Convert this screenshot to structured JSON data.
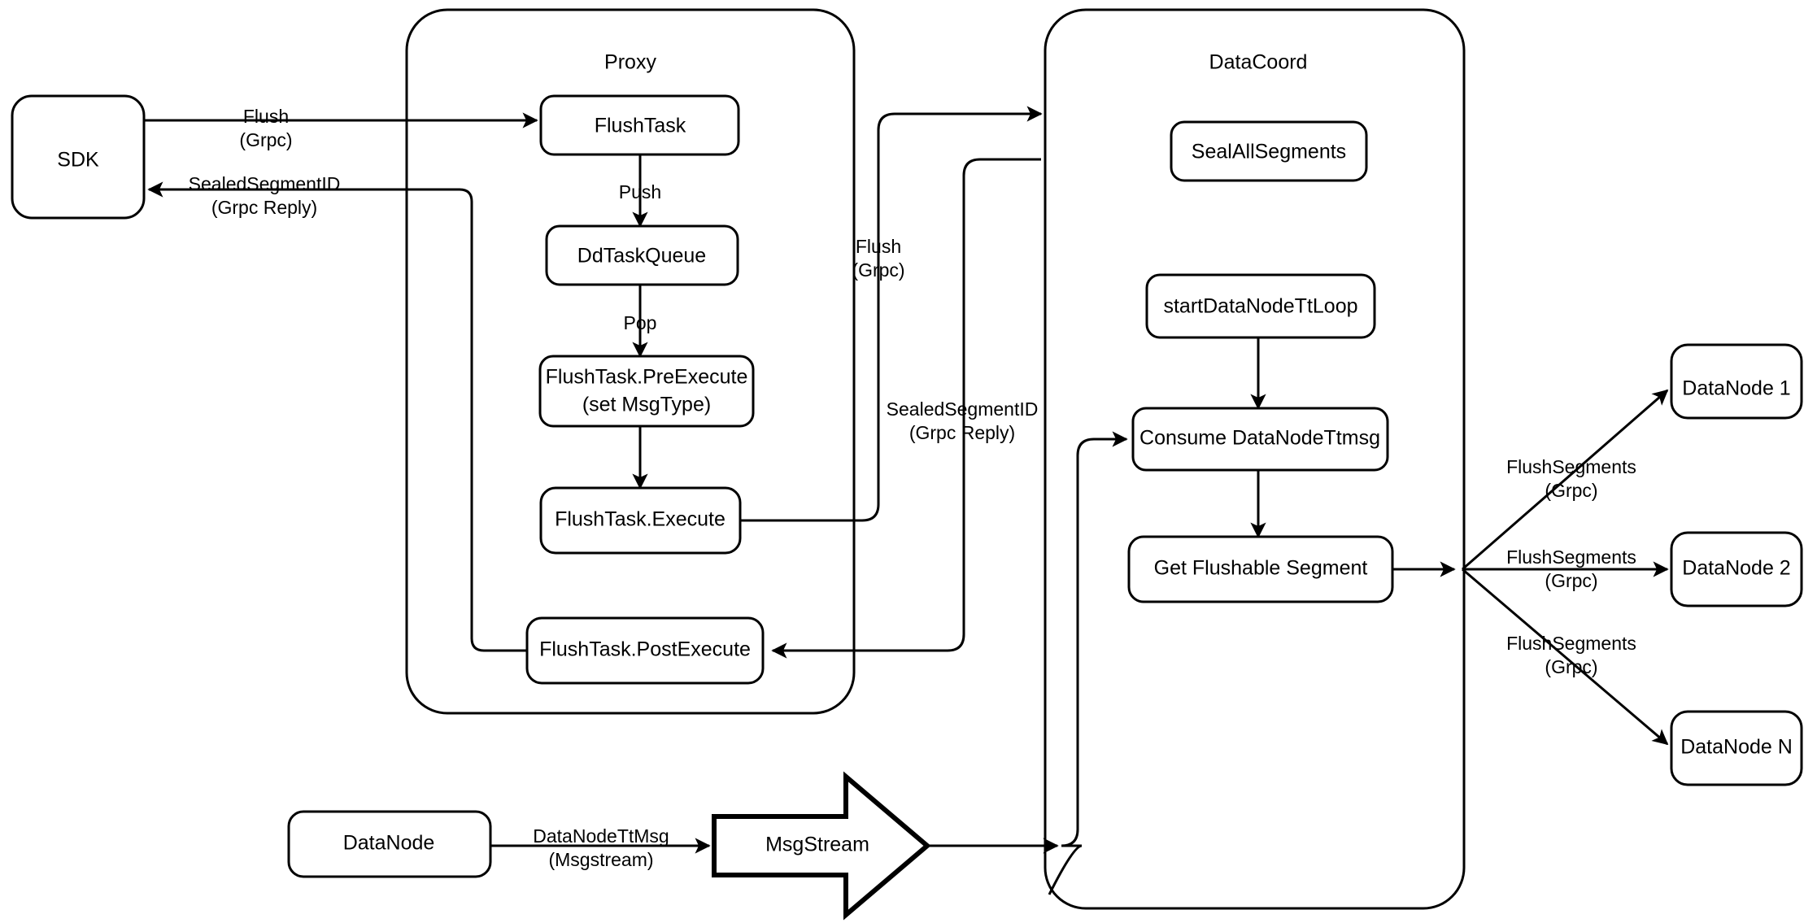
{
  "diagram": {
    "title_visible": false,
    "background": "#ffffff",
    "stroke": "#000000",
    "groups": [
      {
        "id": "proxy",
        "label": "Proxy"
      },
      {
        "id": "datacoord",
        "label": "DataCoord"
      }
    ],
    "nodes": {
      "sdk": "SDK",
      "flush_task": "FlushTask",
      "dd_task_queue": "DdTaskQueue",
      "flush_task_preexecute_line1": "FlushTask.PreExecute",
      "flush_task_preexecute_line2": "(set MsgType)",
      "flush_task_execute": "FlushTask.Execute",
      "flush_task_postexecute": "FlushTask.PostExecute",
      "seal_all_segments": "SealAllSegments",
      "start_datanode_tt_loop": "startDataNodeTtLoop",
      "consume_datanode_ttmsg": "Consume DataNodeTtmsg",
      "get_flushable_segment": "Get Flushable Segment",
      "datanode_1": "DataNode 1",
      "datanode_2": "DataNode 2",
      "datanode_n": "DataNode N",
      "datanode_bottom": "DataNode",
      "msgstream": "MsgStream"
    },
    "edge_labels": {
      "sdk_to_proxy_l1": "Flush",
      "sdk_to_proxy_l2": "(Grpc)",
      "proxy_to_sdk_l1": "SealedSegmentID",
      "proxy_to_sdk_l2": "(Grpc Reply)",
      "push": "Push",
      "pop": "Pop",
      "proxy_to_coord_l1": "Flush",
      "proxy_to_coord_l2": "(Grpc)",
      "coord_to_proxy_l1": "SealedSegmentID",
      "coord_to_proxy_l2": "(Grpc Reply)",
      "flush_segments_1_l1": "FlushSegments",
      "flush_segments_1_l2": "(Grpc)",
      "flush_segments_2_l1": "FlushSegments",
      "flush_segments_2_l2": "(Grpc)",
      "flush_segments_n_l1": "FlushSegments",
      "flush_segments_n_l2": "(Grpc)",
      "datanode_ttmsg_l1": "DataNodeTtMsg",
      "datanode_ttmsg_l2": "(Msgstream)"
    }
  }
}
